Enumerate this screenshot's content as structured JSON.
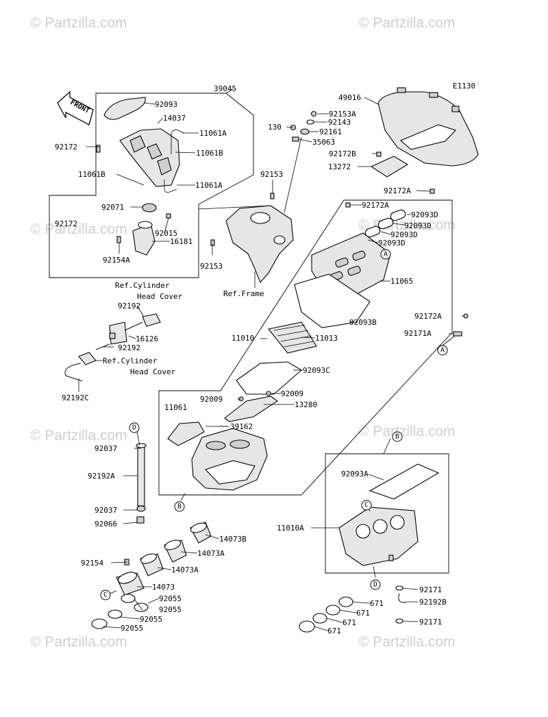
{
  "watermark": "© Partzilla.com",
  "drawing_code": "E1130",
  "front_label": "FRONT",
  "labels": {
    "p39045": "39045",
    "p92093": "92093",
    "p14037": "14037",
    "p11061A_1": "11061A",
    "p92172_1": "92172",
    "p11061B_1": "11061B",
    "p11061B_2": "11061B",
    "p11061A_2": "11061A",
    "p92071": "92071",
    "p92172_2": "92172",
    "p92015": "92015",
    "p16181": "16181",
    "p92154A": "92154A",
    "p130": "130",
    "p92153A": "92153A",
    "p92143": "92143",
    "p92161": "92161",
    "p35063": "35063",
    "p49016": "49016",
    "p92172B": "92172B",
    "p13272": "13272",
    "p92153_1": "92153",
    "p92153_2": "92153",
    "p92172A_1": "92172A",
    "p92172A_2": "92172A",
    "p92093D_1": "92093D",
    "p92093D_2": "92093D",
    "p92093D_3": "92093D",
    "p92093D_4": "92093D",
    "p11065": "11065",
    "ref_frame": "Ref.Frame",
    "ref_chc_1a": "Ref.Cylinder",
    "ref_chc_1b": "Head Cover",
    "p92192_1": "92192",
    "p16126": "16126",
    "p92192_2": "92192",
    "ref_chc_2a": "Ref.Cylinder",
    "ref_chc_2b": "Head Cover",
    "p92192C": "92192C",
    "p11010": "11010",
    "p92093B": "92093B",
    "p11013": "11013",
    "p92172A_3": "92172A",
    "p92171A": "92171A",
    "p92093C": "92093C",
    "p92009_1": "92009",
    "p92009_2": "92009",
    "p13280": "13280",
    "p11061": "11061",
    "p39162": "39162",
    "p92037_1": "92037",
    "p92192A": "92192A",
    "p92037_2": "92037",
    "p92066": "92066",
    "p92093A": "92093A",
    "p14073B": "14073B",
    "p14073A_1": "14073A",
    "p14073A_2": "14073A",
    "p11010A": "11010A",
    "p92154": "92154",
    "p14073": "14073",
    "p92055_1": "92055",
    "p92055_2": "92055",
    "p92055_3": "92055",
    "p92055_4": "92055",
    "p92171_1": "92171",
    "p92192B": "92192B",
    "p92171_2": "92171",
    "p671_1": "671",
    "p671_2": "671",
    "p671_3": "671",
    "p671_4": "671"
  },
  "refs": {
    "A1": "A",
    "A2": "A",
    "B1": "B",
    "B2": "B",
    "C1": "C",
    "C2": "C",
    "D1": "D",
    "D2": "D"
  }
}
